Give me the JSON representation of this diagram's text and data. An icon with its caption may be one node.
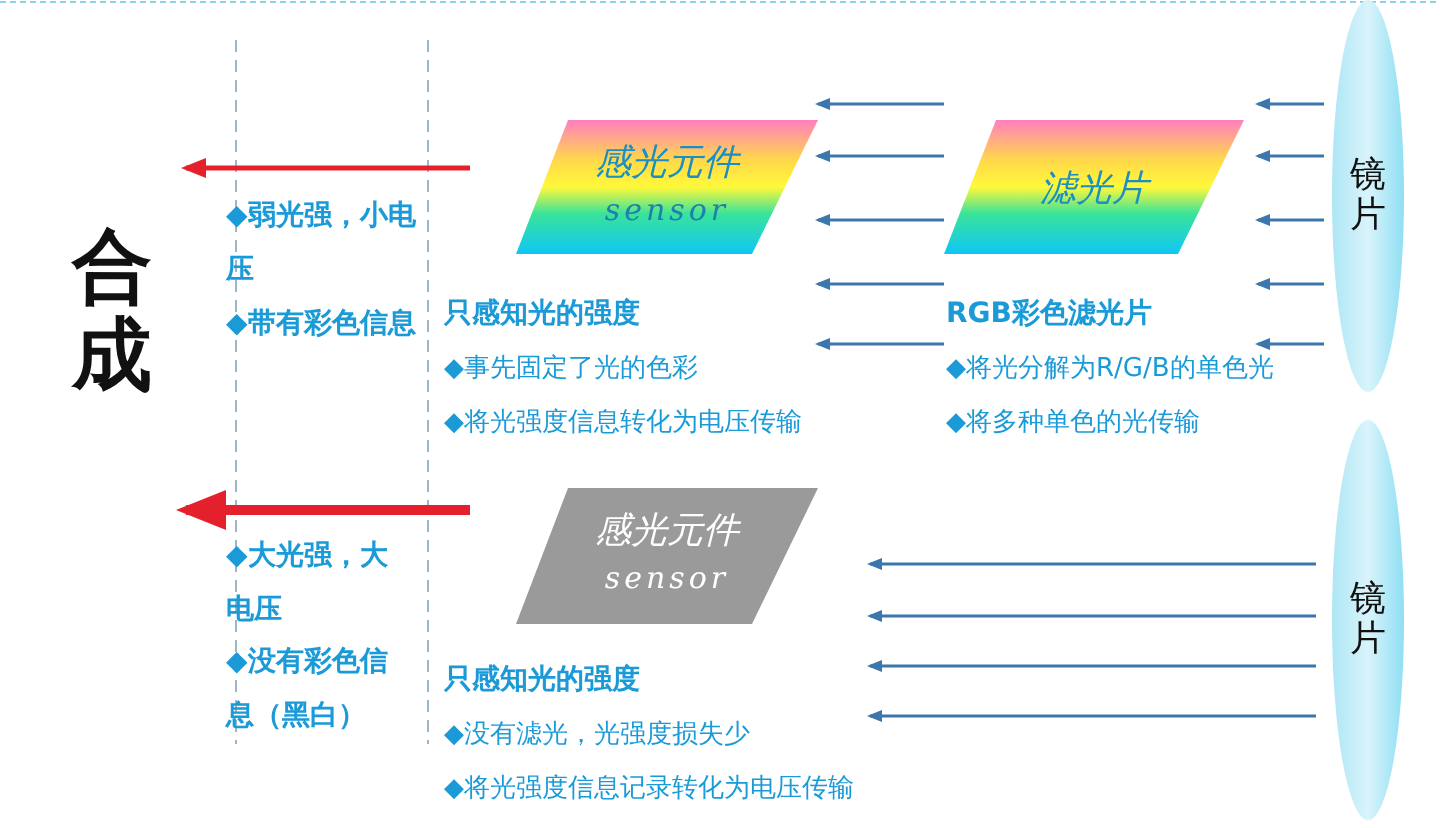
{
  "diagram": {
    "nodes": [
      {
        "text": [
          "镜片"
        ]
      },
      {
        "text": [
          "滤光片"
        ],
        "beside": [
          "RGB彩色滤光片",
          "◆将光分解为R/G/B的单色光",
          "◆将多种单色的光传输"
        ]
      },
      {
        "text": [
          "感光元件",
          "sensor"
        ],
        "beside": [
          "只感知光的强度",
          "◆事先固定了光的色彩",
          "◆将光强度信息转化为电压传输"
        ]
      },
      {
        "text": [
          "镜片"
        ]
      },
      {
        "text": [
          "感光元件",
          "sensor"
        ],
        "beside": [
          "只感知光的强度",
          "◆没有滤光，光强度损失少",
          "◆将光强度信息记录转化为电压传输"
        ]
      }
    ],
    "edges": [
      {
        "from": 0,
        "to": 1,
        "arrow": "to"
      },
      {
        "from": 0,
        "to": 1,
        "arrow": "to"
      },
      {
        "from": 0,
        "to": 1,
        "arrow": "to"
      },
      {
        "from": 0,
        "to": 1,
        "arrow": "to"
      },
      {
        "from": 0,
        "to": 1,
        "arrow": "to"
      },
      {
        "from": 1,
        "to": 2,
        "arrow": "to"
      },
      {
        "from": 1,
        "to": 2,
        "arrow": "to"
      },
      {
        "from": 1,
        "to": 2,
        "arrow": "to"
      },
      {
        "from": 1,
        "to": 2,
        "arrow": "to"
      },
      {
        "from": 1,
        "to": 2,
        "arrow": "to"
      },
      {
        "from": 2,
        "to": null,
        "arrow": "to",
        "color": "#e3202b"
      },
      {
        "from": 3,
        "to": 4,
        "arrow": "to"
      },
      {
        "from": 3,
        "to": 4,
        "arrow": "to"
      },
      {
        "from": 3,
        "to": 4,
        "arrow": "to"
      },
      {
        "from": 3,
        "to": 4,
        "arrow": "to"
      },
      {
        "from": 4,
        "to": null,
        "arrow": "to",
        "style": "thick",
        "color": "#e3202b"
      }
    ],
    "labels": [
      "合成",
      "◆弱光强，小电压",
      "◆带有彩色信息",
      "◆大光强，大电压",
      "◆没有彩色信息（黑白）"
    ]
  }
}
